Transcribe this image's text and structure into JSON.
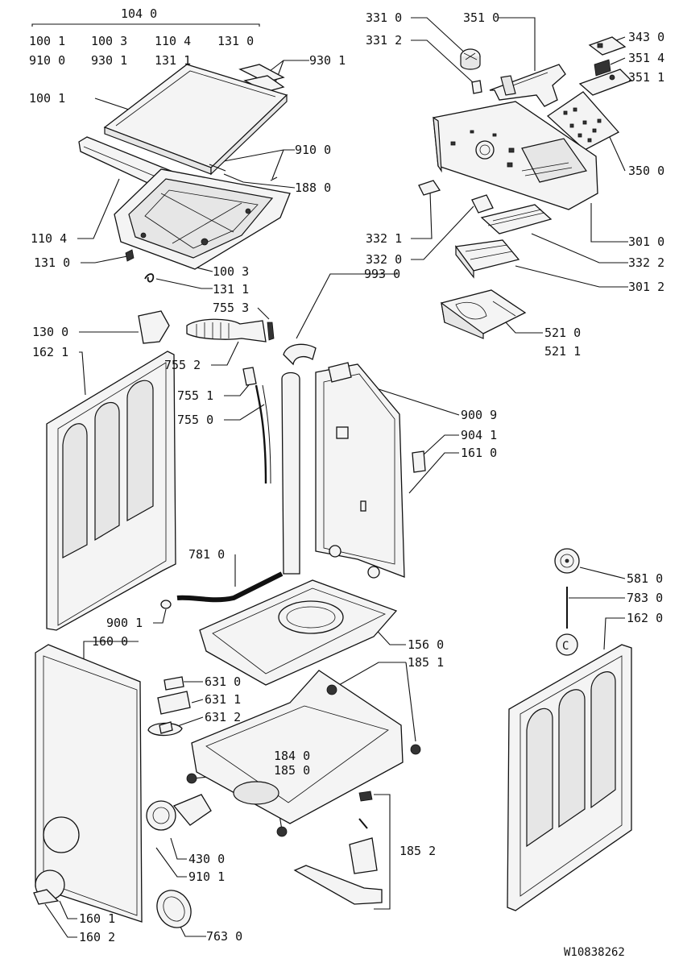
{
  "doc_code": "W10838262",
  "labels": {
    "l1040": "104 0",
    "l1001a": "100 1",
    "l1003a": "100 3",
    "l1104a": "110 4",
    "l1310a": "131 0",
    "l9100a": "910 0",
    "l9301a": "930 1",
    "l1311a": "131 1",
    "l9301b": "930 1",
    "l1001b": "100 1",
    "l9100b": "910 0",
    "l1880": "188 0",
    "l1104b": "110 4",
    "l1310b": "131 0",
    "l1003b": "100 3",
    "l1311b": "131 1",
    "l3310": "331 0",
    "l3312": "331 2",
    "l3510": "351 0",
    "l3430": "343 0",
    "l3514": "351 4",
    "l3511": "351 1",
    "l3500": "350 0",
    "l3321": "332 1",
    "l3320": "332 0",
    "l3010": "301 0",
    "l3322": "332 2",
    "l3012": "301 2",
    "l9930": "993 0",
    "l7553": "755 3",
    "l1300": "130 0",
    "l1621": "162 1",
    "l7552": "755 2",
    "l7551": "755 1",
    "l7550": "755 0",
    "l5210": "521 0",
    "l5211": "521 1",
    "l9009": "900 9",
    "l9041": "904 1",
    "l1610": "161 0",
    "l7810": "781 0",
    "l5810": "581 0",
    "l7830": "783 0",
    "l9001": "900 1",
    "l1600": "160 0",
    "l1620": "162 0",
    "l1560": "156 0",
    "l1851": "185 1",
    "l6310": "631 0",
    "l6311": "631 1",
    "l6312": "631 2",
    "l1840": "184 0",
    "l1850": "185 0",
    "l1852": "185 2",
    "l4300": "430 0",
    "l9101": "910 1",
    "l1601": "160 1",
    "l1602": "160 2",
    "l7630": "763 0"
  }
}
